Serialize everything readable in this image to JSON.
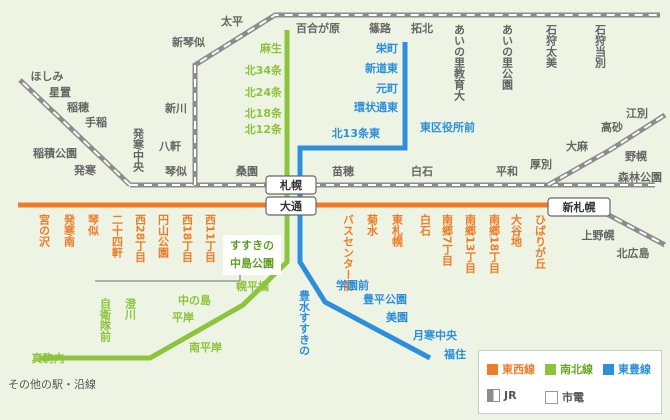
{
  "colors": {
    "tozai": "#f07c2a",
    "namboku": "#8cc43c",
    "toho": "#2d8fdc",
    "jr": "#8c8c8c",
    "station_other": "#666666",
    "background": "#eef4e4"
  },
  "hubs": {
    "sapporo": "札幌",
    "odori": "大通",
    "shin_sapporo": "新札幌",
    "susukino": "すすきの",
    "nakajima_koen": "中島公園"
  },
  "tozai_stations": [
    "宮の沢",
    "発寒南",
    "琴似",
    "二十四軒",
    "西28丁目",
    "円山公園",
    "西18丁目",
    "西11丁目",
    "バスセンター前",
    "菊水",
    "東札幌",
    "白石",
    "南郷7丁目",
    "南郷13丁目",
    "南郷18丁目",
    "大谷地",
    "ひばりが丘"
  ],
  "namboku_stations": [
    "麻生",
    "北34条",
    "北24条",
    "北18条",
    "北12条",
    "幌平橋",
    "中の島",
    "平岸",
    "南平岸",
    "澄川",
    "自衛隊前",
    "真駒内"
  ],
  "toho_stations": [
    "栄町",
    "新道東",
    "元町",
    "環状通東",
    "北13条東",
    "東区役所前",
    "豊水すすきの",
    "学園前",
    "豊平公園",
    "美園",
    "月寒中央",
    "福住"
  ],
  "other_stations": [
    "太平",
    "百合が原",
    "篠路",
    "拓北",
    "あいの里教育大",
    "あいの里公園",
    "石狩太美",
    "石狩当別",
    "新琴似",
    "ほしみ",
    "星置",
    "稲穂",
    "手稲",
    "稲積公園",
    "発寒",
    "発寒中央",
    "新川",
    "八軒",
    "琴似",
    "桑園",
    "苗穂",
    "白石",
    "平和",
    "厚別",
    "大麻",
    "高砂",
    "江別",
    "野幌",
    "森林公園",
    "上野幌",
    "北広島"
  ],
  "legend": {
    "tozai": "東西線",
    "namboku": "南北線",
    "toho": "東豊線",
    "jr": "JR",
    "tram": "市電"
  },
  "footer": "その他の駅・沿線"
}
